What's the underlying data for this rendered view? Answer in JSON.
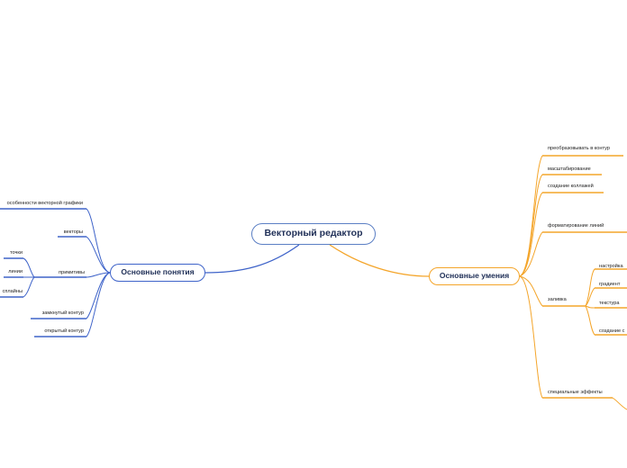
{
  "central": {
    "label": "Векторный редактор"
  },
  "left_branch": {
    "label": "Основные понятия",
    "color": "#3e63c9",
    "items": {
      "features": "особенности векторной графики",
      "vectors": "векторы",
      "primitives": "примитивы",
      "points": "точки",
      "lines": "линии",
      "splines": "сплайны",
      "closed_contour": "замкнутый контур",
      "open_contour": "открытый контур"
    }
  },
  "right_branch": {
    "label": "Основные умения",
    "color": "#f4a52a",
    "items": {
      "to_contour": "преобразовывать в контур",
      "scaling": "масштабирование",
      "collage": "создание коллажей",
      "line_format": "форматирование линий",
      "fill": "заливка",
      "setup": "настройка",
      "gradient": "градиент",
      "texture": "текстура",
      "create": "создание с",
      "effects": "специальные эффекты"
    }
  }
}
